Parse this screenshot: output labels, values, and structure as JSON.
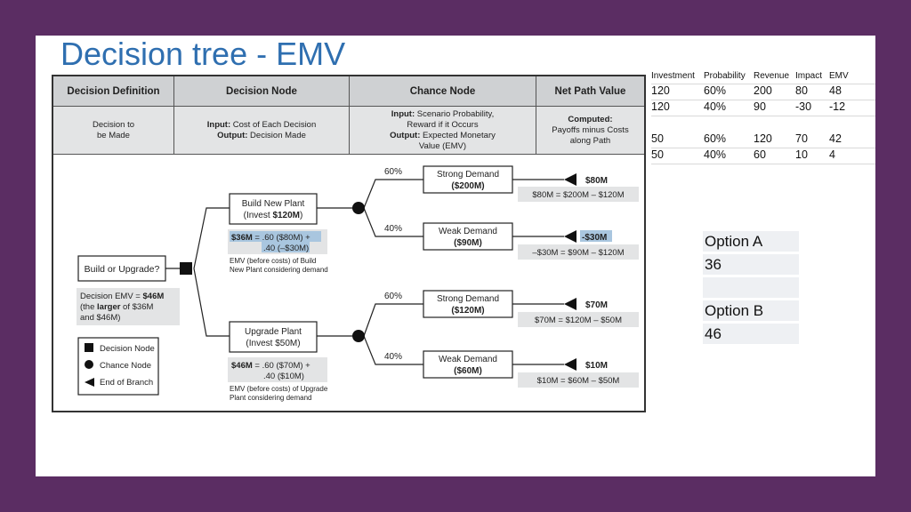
{
  "title": "Decision tree - EMV",
  "headers": [
    "Decision Definition",
    "Decision Node",
    "Chance Node",
    "Net Path Value"
  ],
  "subheaders": {
    "decision_def": [
      "Decision to",
      "be Made"
    ],
    "decision_node": {
      "input_label": "Input:",
      "input_text": "Cost of Each Decision",
      "output_label": "Output:",
      "output_text": "Decision Made"
    },
    "chance_node": {
      "input_label": "Input:",
      "input_text": "Scenario Probability,",
      "input_text2": "Reward if it Occurs",
      "output_label": "Output:",
      "output_text": "Expected Monetary",
      "output_text2": "Value (EMV)"
    },
    "net_path": {
      "computed_label": "Computed:",
      "line1": "Payoffs minus Costs",
      "line2": "along Path"
    }
  },
  "tree": {
    "root": "Build or Upgrade?",
    "decision_emv": {
      "l1a": "Decision EMV = ",
      "l1b": "$46M",
      "l2a": "(the ",
      "l2b": "larger",
      "l2c": " of $36M",
      "l3": "and $46M)"
    },
    "branch_a": {
      "line1": "Build New Plant",
      "line2a": "(Invest ",
      "line2b": "$120M",
      "line2c": ")",
      "emv_l1a": "$36M",
      "emv_l1b": " = .60 ($80M) +",
      "emv_l2": ".40 (–$30M)",
      "note1": "EMV (before costs) of Build",
      "note2": "New Plant considering demand"
    },
    "branch_b": {
      "line1": "Upgrade Plant",
      "line2": "(Invest $50M)",
      "emv_l1a": "$46M",
      "emv_l1b": " = .60 ($70M) +",
      "emv_l2": ".40 ($10M)",
      "note1": "EMV (before costs) of Upgrade",
      "note2": "Plant considering demand"
    },
    "outcomes": [
      {
        "prob": "60%",
        "name": "Strong Demand",
        "value": "($200M)",
        "payoff": "$80M",
        "calc": "$80M = $200M – $120M"
      },
      {
        "prob": "40%",
        "name": "Weak Demand",
        "value": "($90M)",
        "payoff": "-$30M",
        "calc": "–$30M = $90M – $120M"
      },
      {
        "prob": "60%",
        "name": "Strong Demand",
        "value": "($120M)",
        "payoff": "$70M",
        "calc": "$70M = $120M – $50M"
      },
      {
        "prob": "40%",
        "name": "Weak Demand",
        "value": "($60M)",
        "payoff": "$10M",
        "calc": "$10M = $60M – $50M"
      }
    ],
    "legend": [
      "Decision Node",
      "Chance Node",
      "End of Branch"
    ]
  },
  "payoff_table": {
    "columns": [
      "Investment",
      "Probability",
      "Revenue",
      "Impact",
      "EMV"
    ],
    "rows": [
      [
        "120",
        "60%",
        "200",
        "80",
        "48"
      ],
      [
        "120",
        "40%",
        "90",
        "-30",
        "-12"
      ],
      [
        "",
        "",
        "",
        "",
        ""
      ],
      [
        "50",
        "60%",
        "120",
        "70",
        "42"
      ],
      [
        "50",
        "40%",
        "60",
        "10",
        "4"
      ]
    ]
  },
  "options": [
    "Option A",
    "36",
    "",
    "Option B",
    "46"
  ],
  "colors": {
    "background": "#5b2d63",
    "title": "#2f6fb0",
    "header": "#cfd1d3",
    "highlight": "#a9c6df"
  }
}
